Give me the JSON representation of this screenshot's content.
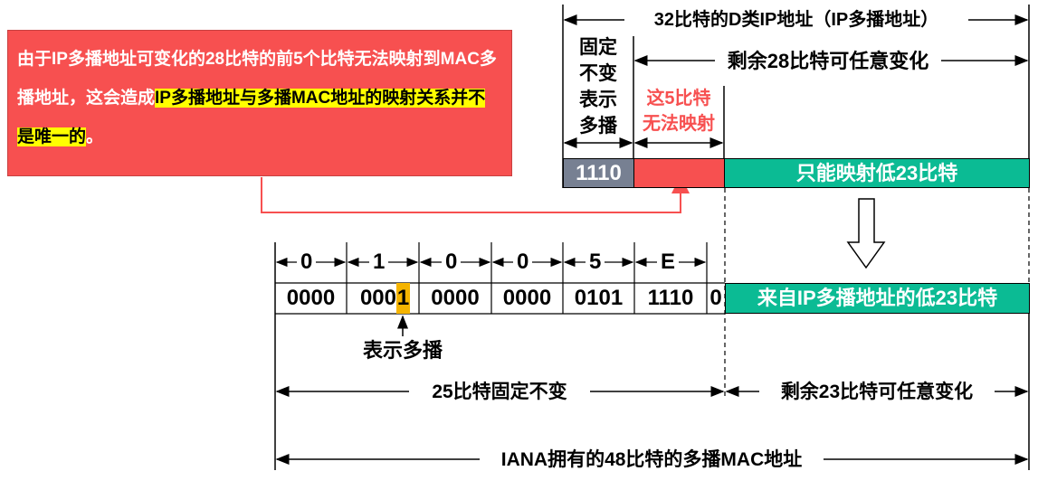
{
  "callout": {
    "text_plain": "由于IP多播地址可变化的28比特的前5个比特无法映射到MAC多播地址，这会造成",
    "text_highlight_1": "IP多播地址与多播",
    "text_highlight_2": "MAC地址的映射关系并不是唯一的",
    "text_end": "。"
  },
  "ip": {
    "title": "32比特的D类IP地址（IP多播地址）",
    "remaining": "剩余28比特可任意变化",
    "fixed_label": [
      "固定",
      "不变",
      "表示",
      "多播"
    ],
    "unmapped_label": [
      "这5比特",
      "无法映射"
    ],
    "prefix_bits": "1110",
    "low_bits_label": "只能映射低23比特"
  },
  "mac": {
    "hex": [
      "0",
      "1",
      "0",
      "0",
      "5",
      "E"
    ],
    "bits": [
      "0000",
      "000",
      "1",
      "0000",
      "0000",
      "0101",
      "1110",
      "0"
    ],
    "low_bits_label": "来自IP多播地址的低23比特",
    "multicast_bit_label": "表示多播",
    "fixed_label": "25比特固定不变",
    "remaining_label": "剩余23比特可任意变化",
    "total_label": "IANA拥有的48比特的多播MAC地址"
  },
  "colors": {
    "red": "#f75050",
    "green": "#0bbb94",
    "gray": "#778092",
    "highlight": "#ffff00",
    "orange": "#f5b400"
  }
}
